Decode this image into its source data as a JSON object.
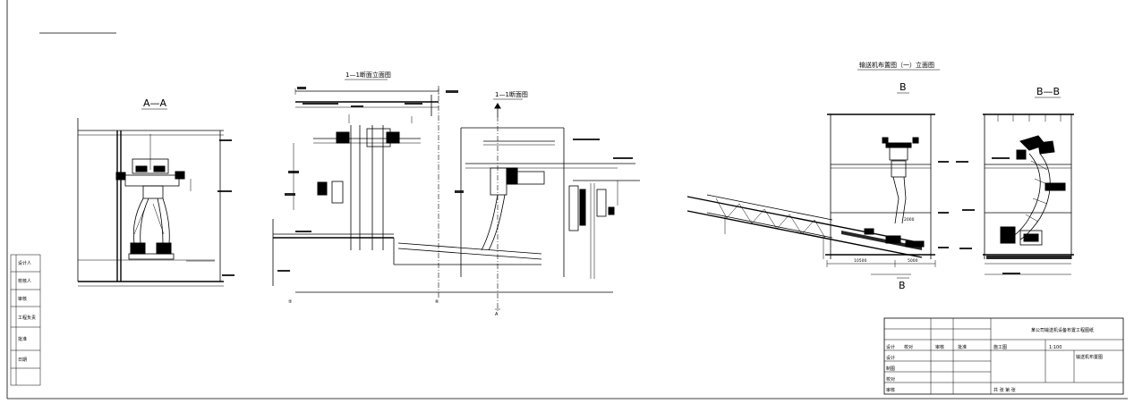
{
  "views": {
    "section_aa": {
      "title": "A—A"
    },
    "section_11_elevation": {
      "title": "1—1断面立面图"
    },
    "section_11_plan": {
      "title": "1—1断面图"
    },
    "conveyor_view": {
      "title": "输送机布置图（一）立面图"
    },
    "section_bb": {
      "title": "B",
      "bottom_label": "B"
    },
    "section_bb2": {
      "title": "B—B"
    }
  },
  "grid_axes": {
    "left": "⑤",
    "mid": "⑥",
    "cut_marker": "A"
  },
  "dimensions": {
    "cv_left": "10500",
    "cv_right": "5000",
    "cv_mid": "2000"
  },
  "left_signature_table": {
    "rows": [
      "设计人",
      "校核人",
      "审核",
      "工程负责",
      "批准",
      "日期"
    ]
  },
  "title_block": {
    "project_name": "某公司输送机设备布置工程图纸",
    "drawing_name": "输送机布置图",
    "header_cols": [
      "设计",
      "校对",
      "审核",
      "批准"
    ],
    "stage": "施工图",
    "scale": "1:100",
    "sheet": "共 张 第 张",
    "rows": [
      "设计",
      "制图",
      "校对",
      "审核"
    ]
  }
}
